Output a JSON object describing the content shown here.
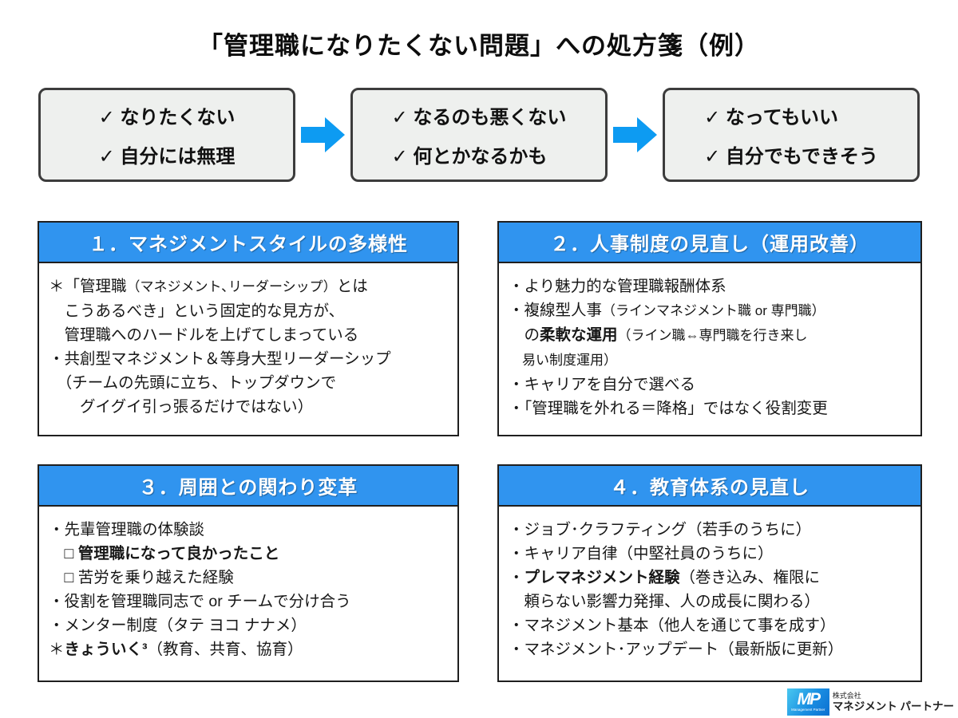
{
  "title": "「管理職になりたくない問題」への処方箋（例）",
  "colors": {
    "header_blue": "#3094ef",
    "arrow_blue": "#0d9bf2",
    "box_gray": "#eef0ee"
  },
  "flow": {
    "steps": [
      {
        "lines": [
          "✓ なりたくない",
          "✓ 自分には無理"
        ]
      },
      {
        "lines": [
          "✓ なるのも悪くない",
          "✓ 何とかなるかも"
        ]
      },
      {
        "lines": [
          "✓ なってもいい",
          "✓ 自分でもできそう"
        ]
      }
    ],
    "arrow_icon": "right-arrow"
  },
  "sections": [
    {
      "id": "management-style-diversity",
      "title": "１．マネジメントスタイルの多様性",
      "lines": [
        [
          {
            "t": "＊「管理職"
          },
          {
            "t": "（マネジメント､リーダーシップ）",
            "sm": true
          },
          {
            "t": "とは"
          }
        ],
        [
          {
            "t": "　こうあるべき」という固定的な見方が、"
          }
        ],
        [
          {
            "t": "　管理職へのハードルを上げてしまっている"
          }
        ],
        [
          {
            "t": "・共創型マネジメント＆等身大型リーダーシップ"
          }
        ],
        [
          {
            "t": "　（チームの先頭に立ち、トップダウンで"
          }
        ],
        [
          {
            "t": "　　グイグイ引っ張るだけではない）"
          }
        ]
      ]
    },
    {
      "id": "hr-system-review",
      "title": "２．人事制度の見直し（運用改善）",
      "lines": [
        [
          {
            "t": "・より魅力的な管理職報酬体系"
          }
        ],
        [
          {
            "t": "・複線型人事"
          },
          {
            "t": "（ラインマネジメント職 or 専門職）",
            "sm": true
          }
        ],
        [
          {
            "t": "　の"
          },
          {
            "t": "柔軟な運用",
            "b": true
          },
          {
            "t": "（ライン職⇔専門職を行き来し",
            "sm": true
          }
        ],
        [
          {
            "t": "　易い制度運用）",
            "sm": true
          }
        ],
        [
          {
            "t": "・キャリアを自分で選べる"
          }
        ],
        [
          {
            "t": "・「管理職を外れる＝降格」ではなく役割変更"
          }
        ]
      ]
    },
    {
      "id": "relationship-reform",
      "title": "３．周囲との関わり変革",
      "lines": [
        [
          {
            "t": "・先輩管理職の体験談"
          }
        ],
        [
          {
            "t": "　□ "
          },
          {
            "t": "管理職になって良かったこと",
            "b": true
          }
        ],
        [
          {
            "t": "　□ 苦労を乗り越えた経験"
          }
        ],
        [
          {
            "t": "・役割を管理職同志で or チームで分け合う"
          }
        ],
        [
          {
            "t": "・メンター制度（タテ ヨコ ナナメ）"
          }
        ],
        [
          {
            "t": "＊"
          },
          {
            "t": "きょういく³",
            "b": true
          },
          {
            "t": "（教育、共育、協育）"
          }
        ]
      ]
    },
    {
      "id": "education-system-review",
      "title": "４．教育体系の見直し",
      "lines": [
        [
          {
            "t": "・ジョブ･クラフティング（若手のうちに）"
          }
        ],
        [
          {
            "t": "・キャリア自律（中堅社員のうちに）"
          }
        ],
        [
          {
            "t": "・"
          },
          {
            "t": "プレマネジメント経験",
            "b": true
          },
          {
            "t": "（巻き込み、権限に"
          }
        ],
        [
          {
            "t": "　頼らない影響力発揮、人の成長に関わる）"
          }
        ],
        [
          {
            "t": "・マネジメント基本（他人を通じて事を成す）"
          }
        ],
        [
          {
            "t": "・マネジメント･アップデート（最新版に更新）"
          }
        ]
      ]
    }
  ],
  "logo": {
    "mark_letters": "MP",
    "mark_caption": "Management Partner",
    "company_prefix": "株式会社",
    "company_name": "マネジメント パートナー"
  }
}
